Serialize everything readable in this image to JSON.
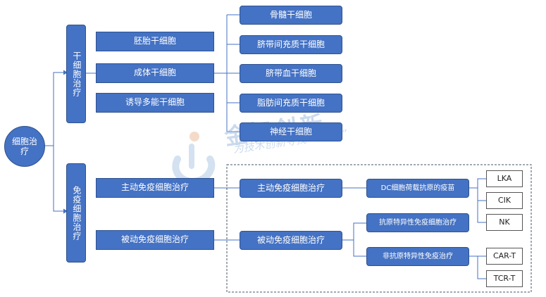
{
  "colors": {
    "box_fill": "#4472c4",
    "box_border": "#2f528f",
    "line": "#4472c4",
    "dashed_border": "#44546a"
  },
  "root": {
    "label": "细胞治疗"
  },
  "categories": [
    {
      "label": "干细胞治疗"
    },
    {
      "label": "免疫细胞治疗"
    }
  ],
  "stem_types": [
    {
      "label": "胚胎干细胞"
    },
    {
      "label": "成体干细胞"
    },
    {
      "label": "诱导多能干细胞"
    }
  ],
  "adult_stem_types": [
    {
      "label": "骨髓干细胞"
    },
    {
      "label": "脐带间充质干细胞"
    },
    {
      "label": "脐带血干细胞"
    },
    {
      "label": "脂肪间充质干细胞"
    },
    {
      "label": "神经干细胞"
    }
  ],
  "immune_modes": [
    {
      "label": "主动免疫细胞治疗"
    },
    {
      "label": "被动免疫细胞治疗"
    }
  ],
  "immune_modes_detail": [
    {
      "label": "主动免疫细胞治疗"
    },
    {
      "label": "被动免疫细胞治疗"
    }
  ],
  "vaccine": {
    "label": "DC细胞荷载抗原的疫苗"
  },
  "passive_types": [
    {
      "label": "抗原特异性免疫细胞治疗"
    },
    {
      "label": "非抗原特异性免疫治疗"
    }
  ],
  "nonspecific_cells": [
    {
      "label": "LKA"
    },
    {
      "label": "CIK"
    },
    {
      "label": "NK"
    }
  ],
  "specific_cells": [
    {
      "label": "CAR-T"
    },
    {
      "label": "TCR-T"
    }
  ],
  "watermark": {
    "title": "金智创新",
    "slogan": "为技术创新寻找一个“+”"
  }
}
